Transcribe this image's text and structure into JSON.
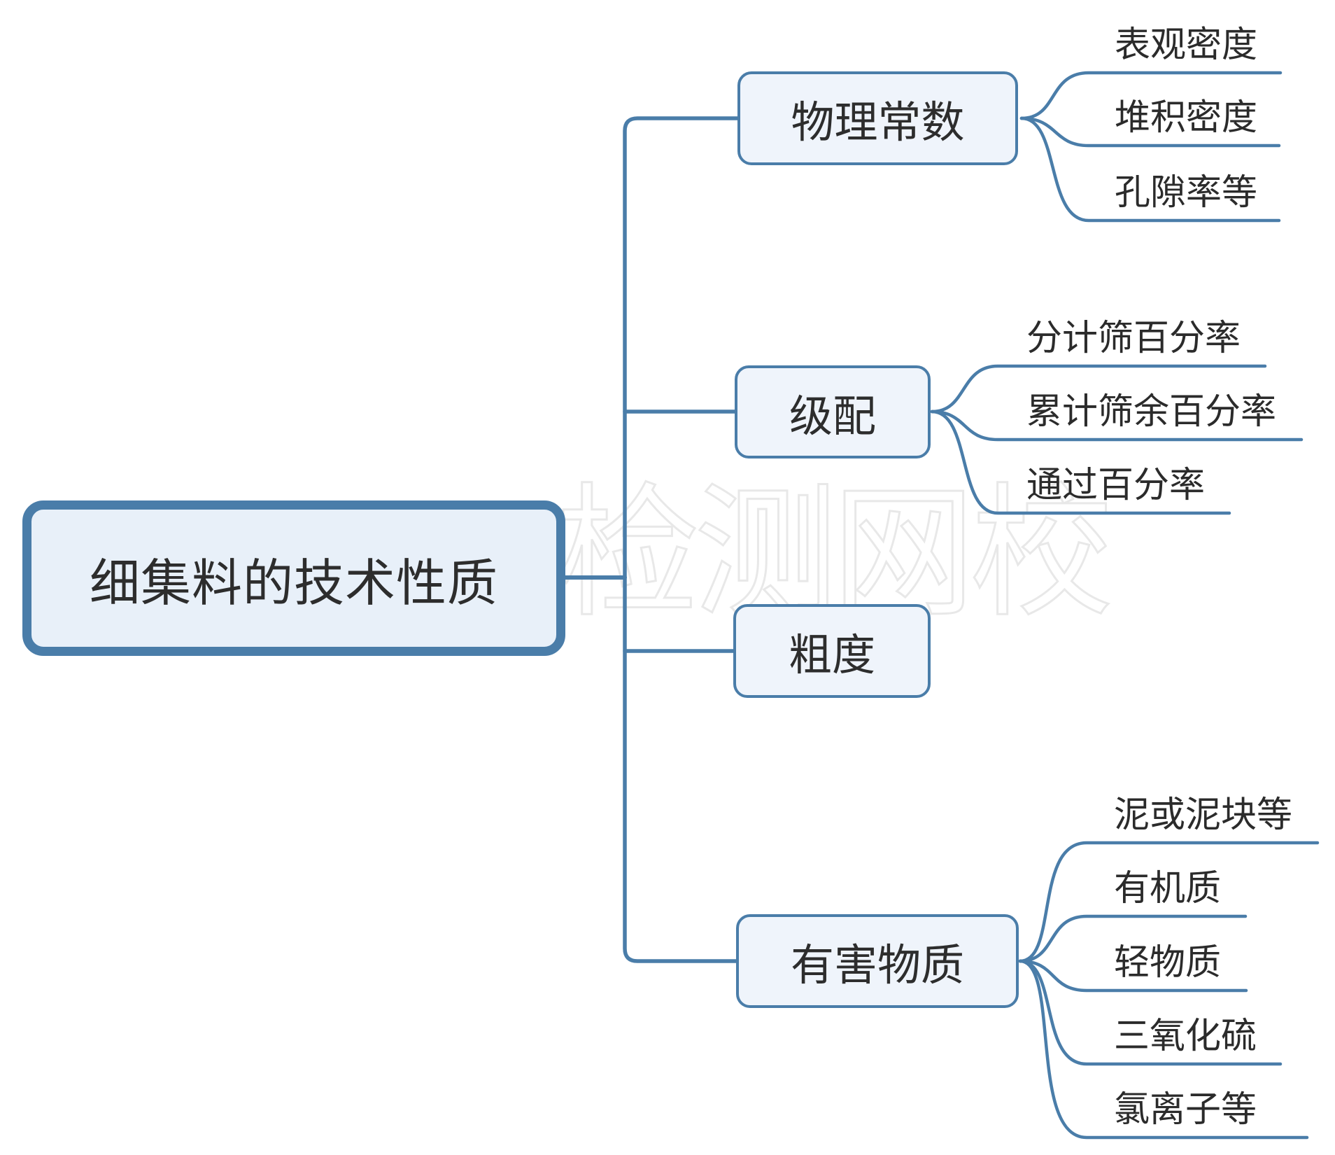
{
  "root": {
    "label": "细集料的技术性质"
  },
  "watermark": {
    "text": "检测网校"
  },
  "colors": {
    "accent_stroke": "#4a7da9",
    "root_fill": "#e8f0f9",
    "branch_fill": "#eff4fb",
    "text": "#2d2d2d",
    "watermark_gray": "#e8e8e8"
  },
  "branches": [
    {
      "label": "物理常数",
      "children": [
        "表观密度",
        "堆积密度",
        "孔隙率等"
      ]
    },
    {
      "label": "级配",
      "children": [
        "分计筛百分率",
        "累计筛余百分率",
        "通过百分率"
      ]
    },
    {
      "label": "粗度",
      "children": []
    },
    {
      "label": "有害物质",
      "children": [
        "泥或泥块等",
        "有机质",
        "轻物质",
        "三氧化硫",
        "氯离子等"
      ]
    }
  ]
}
